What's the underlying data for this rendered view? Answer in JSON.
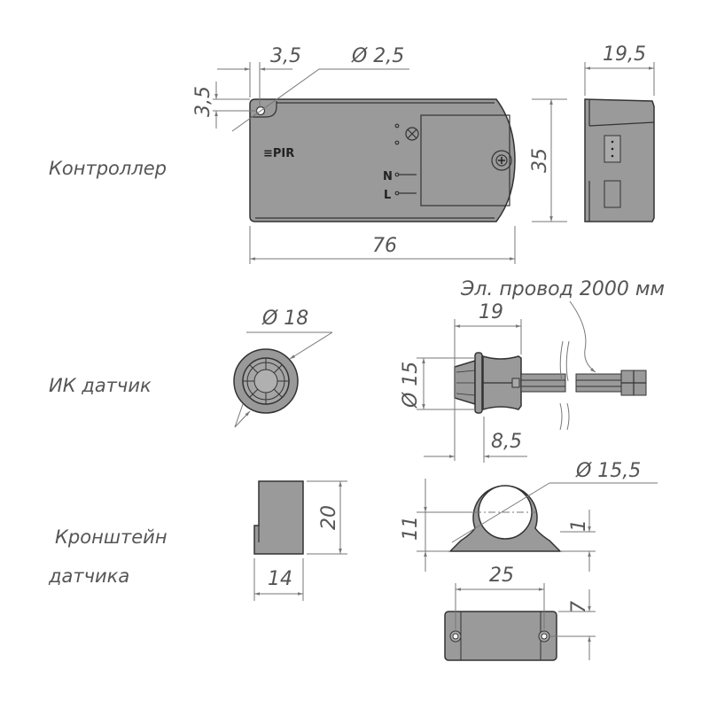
{
  "labels": {
    "controller": "Контроллер",
    "ir_sensor": "ИК датчик",
    "bracket_line1": "Кронштейн",
    "bracket_line2": "датчика"
  },
  "controller": {
    "marking_pir": "≡PIR",
    "marking_n": "N",
    "marking_l": "L",
    "dims": {
      "hole_offset_x": "3,5",
      "hole_diameter": "Ø 2,5",
      "hole_offset_y": "3,5",
      "depth": "19,5",
      "height": "35",
      "length": "76"
    }
  },
  "sensor": {
    "wire_note": "Эл. провод 2000 мм",
    "dims": {
      "outer_diameter": "Ø 18",
      "length": "19",
      "body_diameter": "Ø 15",
      "flange_depth": "8,5"
    }
  },
  "bracket": {
    "dims": {
      "height": "20",
      "width": "14",
      "ring_diameter": "Ø 15,5",
      "axis_height": "11",
      "base_thickness": "1",
      "length": "25",
      "depth": "7"
    }
  }
}
